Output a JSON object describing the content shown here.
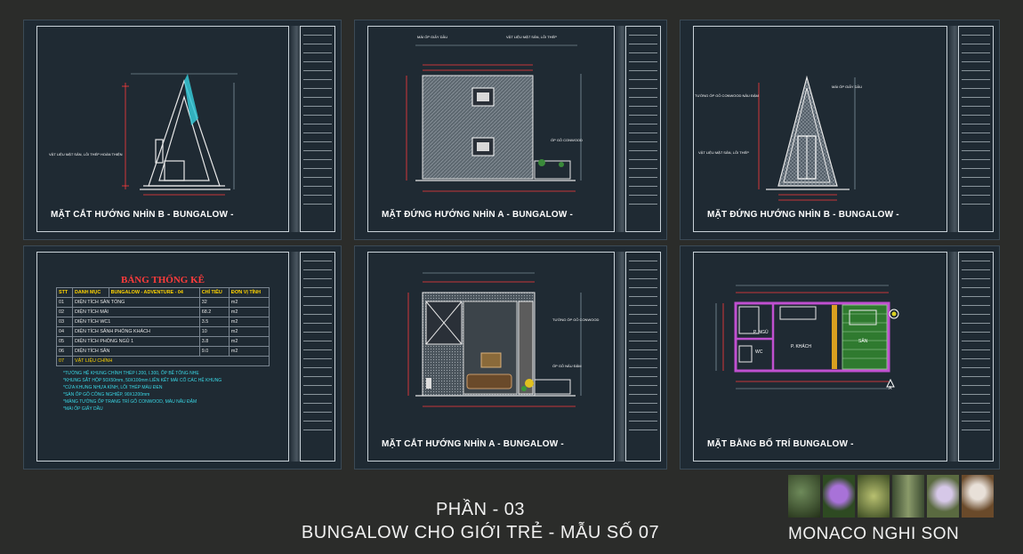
{
  "sheets": [
    {
      "caption": "MẶT CẮT HƯỚNG NHÌN B - BUNGALOW -"
    },
    {
      "caption": "MẶT ĐỨNG HƯỚNG NHÌN A - BUNGALOW -"
    },
    {
      "caption": "MẶT ĐỨNG HƯỚNG NHÌN B - BUNGALOW -"
    },
    {
      "caption": ""
    },
    {
      "caption": "MẶT CẮT HƯỚNG NHÌN A - BUNGALOW -"
    },
    {
      "caption": "MẶT BẰNG BỐ TRÍ BUNGALOW -"
    }
  ],
  "stats": {
    "title": "BẢNG THỐNG KÊ",
    "headers": [
      "STT",
      "DANH MỤC",
      "BUNGALOW - ADVENTURE - 04",
      "CHỈ TIÊU",
      "ĐƠN VỊ TÍNH"
    ],
    "rows": [
      [
        "01",
        "DIỆN TÍCH SÀN TỔNG",
        "",
        "32",
        "m2"
      ],
      [
        "02",
        "DIỆN TÍCH MÁI",
        "",
        "68.2",
        "m2"
      ],
      [
        "03",
        "DIỆN TÍCH WC1",
        "",
        "3.5",
        "m2"
      ],
      [
        "04",
        "DIỆN TÍCH SẢNH PHÒNG KHÁCH",
        "",
        "10",
        "m2"
      ],
      [
        "05",
        "DIỆN TÍCH PHÒNG NGỦ 1",
        "",
        "3.8",
        "m2"
      ],
      [
        "06",
        "DIỆN TÍCH SÂN",
        "",
        "9.0",
        "m2"
      ]
    ],
    "materials_no": "07",
    "materials_title": "VẬT LIỆU CHÍNH",
    "notes": [
      "*TƯỜNG HỆ KHUNG CHÍNH THÉP I.200, I.300, ỐP BÊ TÔNG NHẸ",
      "*KHUNG SẮT HỘP 50X50mm, 50X100mm LIÊN KẾT MÁI CỐ CÁC HỆ KHUNG",
      "*CỬA KHUNG NHỰA KÍNH, LỖI THÉP MÀU ĐEN",
      "*SÀN ỐP GỖ CÔNG NGHIỆP, 90X1200mm",
      "*MẢNG TƯỜNG ỐP TRANG TRÍ GỖ CONWOOD, MÀU NÂU ĐẬM",
      "*MÁI ỐP GIẤY DẦU"
    ]
  },
  "plan": {
    "room_bed": "P. NGỦ",
    "room_living": "P. KHÁCH",
    "room_wc": "WC",
    "room_deck": "SÂN"
  },
  "title": {
    "line1": "PHẦN -  03",
    "line2": "BUNGALOW CHO GIỚI TRẺ - MẪU SỐ 07"
  },
  "brand": {
    "name": "MONACO NGHI SON"
  }
}
